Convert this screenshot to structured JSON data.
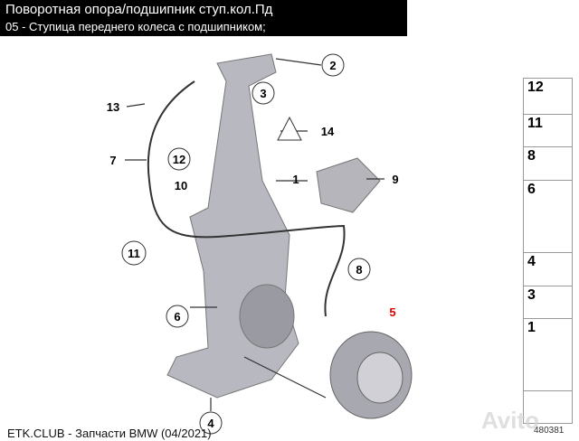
{
  "header": {
    "title": "Поворотная опора/подшипник ступ.кол.Пд",
    "subtitle": "05 - Ступица переднего колеса с подшипником;"
  },
  "callouts": {
    "c1": "1",
    "c2": "2",
    "c3": "3",
    "c4": "4",
    "c5": "5",
    "c6": "6",
    "c7": "7",
    "c8": "8",
    "c9": "9",
    "c10": "10",
    "c11": "11",
    "c12": "12",
    "c13": "13",
    "c14": "14"
  },
  "highlight_color": "#e00000",
  "sidebar": [
    "12",
    "11",
    "8",
    "6",
    "4",
    "3",
    "1"
  ],
  "diagram_code": "480381",
  "footer": "ETK.CLUB - Запчасти BMW (04/2021)",
  "watermark": "Avito"
}
